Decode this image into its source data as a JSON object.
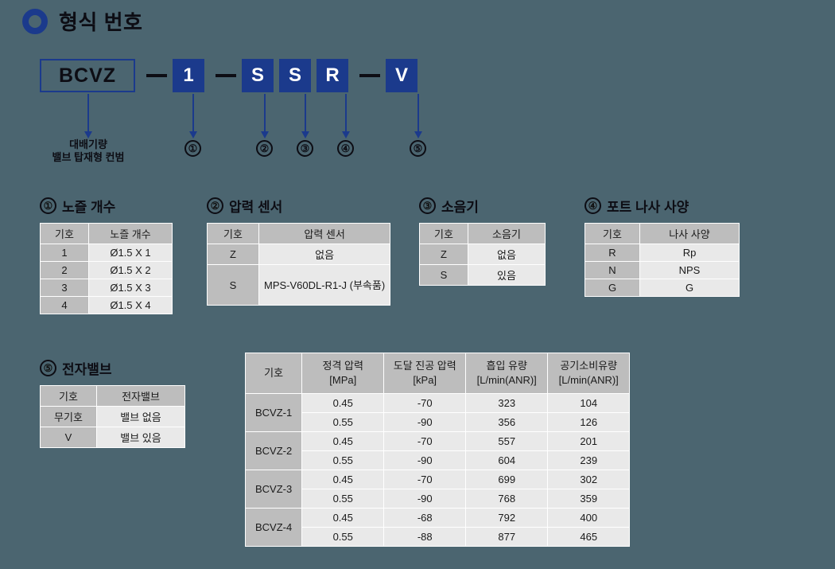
{
  "header": {
    "title": "형식 번호",
    "icon": "ring-icon",
    "accent_color": "#1b3a8c",
    "background_color": "#4b6570"
  },
  "model_code": {
    "base": "BCVZ",
    "segments": [
      {
        "text": "1",
        "marker": "①"
      },
      {
        "text": "S",
        "marker": "②"
      },
      {
        "text": "S",
        "marker": "③"
      },
      {
        "text": "R",
        "marker": "④"
      },
      {
        "text": "V",
        "marker": "⑤"
      }
    ],
    "dash": "—",
    "base_label": "대배기량\n밸브 탑재형 컨범"
  },
  "sections": [
    {
      "marker": "①",
      "title": "노즐 개수",
      "headers": [
        "기호",
        "노즐 개수"
      ],
      "rows": [
        [
          "1",
          "Ø1.5 X 1"
        ],
        [
          "2",
          "Ø1.5 X 2"
        ],
        [
          "3",
          "Ø1.5 X 3"
        ],
        [
          "4",
          "Ø1.5 X 4"
        ]
      ]
    },
    {
      "marker": "②",
      "title": "압력 센서",
      "headers": [
        "기호",
        "압력 센서"
      ],
      "rows": [
        [
          "Z",
          "없음"
        ],
        [
          "S",
          "MPS-V60DL-R1-J\n(부속품)"
        ]
      ]
    },
    {
      "marker": "③",
      "title": "소음기",
      "headers": [
        "기호",
        "소음기"
      ],
      "rows": [
        [
          "Z",
          "없음"
        ],
        [
          "S",
          "있음"
        ]
      ]
    },
    {
      "marker": "④",
      "title": "포트 나사 사양",
      "headers": [
        "기호",
        "나사 사양"
      ],
      "rows": [
        [
          "R",
          "Rp"
        ],
        [
          "N",
          "NPS"
        ],
        [
          "G",
          "G"
        ]
      ]
    },
    {
      "marker": "⑤",
      "title": "전자밸브",
      "headers": [
        "기호",
        "전자밸브"
      ],
      "rows": [
        [
          "무기호",
          "밸브 없음"
        ],
        [
          "V",
          "밸브 있음"
        ]
      ]
    }
  ],
  "performance_table": {
    "headers": [
      "기호",
      "정격 압력\n[MPa]",
      "도달 진공 압력\n[kPa]",
      "흡입 유량\n[L/min(ANR)]",
      "공기소비유량\n[L/min(ANR)]"
    ],
    "groups": [
      {
        "model": "BCVZ-1",
        "rows": [
          [
            "0.45",
            "-70",
            "323",
            "104"
          ],
          [
            "0.55",
            "-90",
            "356",
            "126"
          ]
        ]
      },
      {
        "model": "BCVZ-2",
        "rows": [
          [
            "0.45",
            "-70",
            "557",
            "201"
          ],
          [
            "0.55",
            "-90",
            "604",
            "239"
          ]
        ]
      },
      {
        "model": "BCVZ-3",
        "rows": [
          [
            "0.45",
            "-70",
            "699",
            "302"
          ],
          [
            "0.55",
            "-90",
            "768",
            "359"
          ]
        ]
      },
      {
        "model": "BCVZ-4",
        "rows": [
          [
            "0.45",
            "-68",
            "792",
            "400"
          ],
          [
            "0.55",
            "-88",
            "877",
            "465"
          ]
        ]
      }
    ]
  }
}
